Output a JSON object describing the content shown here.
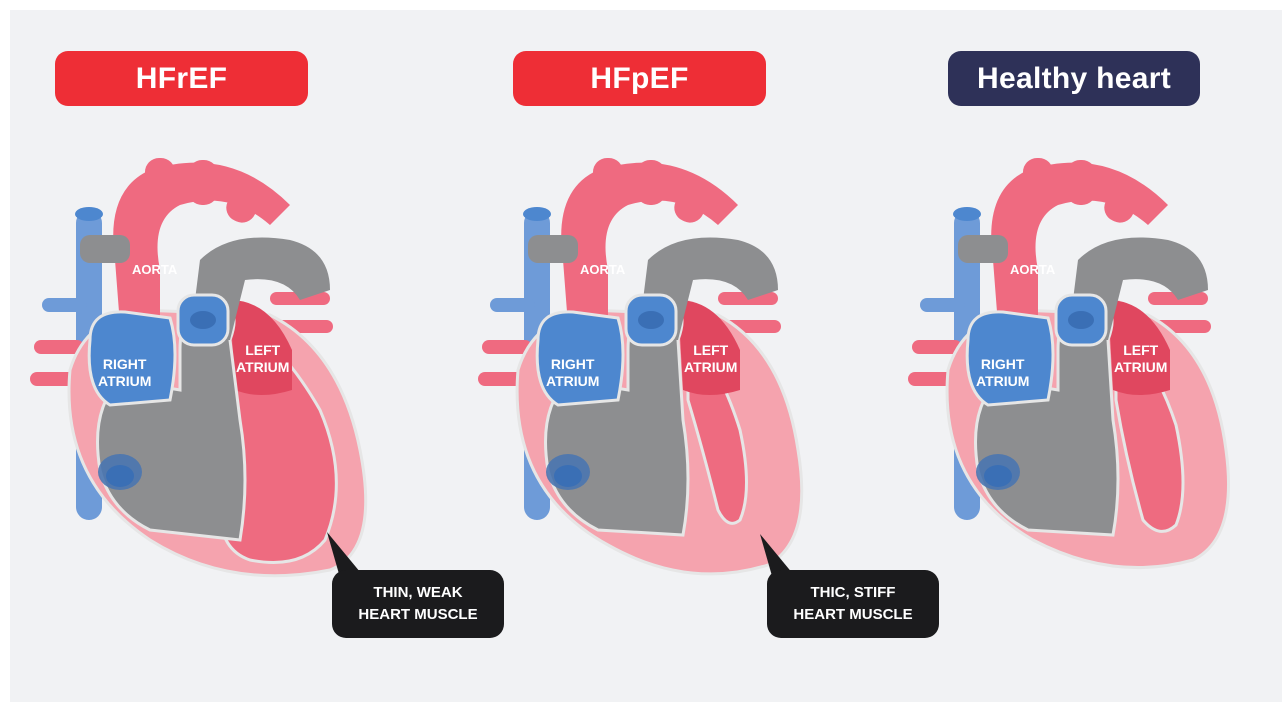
{
  "colors": {
    "background": "#f1f2f4",
    "condition_pill": "#ee2e36",
    "healthy_pill": "#2e3158",
    "aorta": "#ef6a80",
    "atrium_blue": "#4d87cf",
    "vein_blue": "#6e9bd8",
    "muscle_pink": "#f5a3ae",
    "left_chamber": "#ee6b80",
    "right_chamber_grey": "#8d8e90",
    "callout": "#1b1b1d"
  },
  "hearts": [
    {
      "title": "HFrEF",
      "pill_color": "#ee2e36",
      "labels": {
        "aorta": "AORTA",
        "right_atrium": "RIGHT\nATRIUM",
        "left_atrium": "LEFT\nATRIUM"
      },
      "callout": "THIN, WEAK\nHEART MUSCLE",
      "icon": "heart-wall-thin-icon"
    },
    {
      "title": "HFpEF",
      "pill_color": "#ee2e36",
      "labels": {
        "aorta": "AORTA",
        "right_atrium": "RIGHT\nATRIUM",
        "left_atrium": "LEFT\nATRIUM"
      },
      "callout": "THIC, STIFF\nHEART MUSCLE",
      "icon": "heart-wall-thick-icon"
    },
    {
      "title": "Healthy heart",
      "pill_color": "#2e3158",
      "labels": {
        "aorta": "AORTA",
        "right_atrium": "RIGHT\nATRIUM",
        "left_atrium": "LEFT\nATRIUM"
      },
      "callout": "",
      "icon": "heart-normal-icon"
    }
  ]
}
